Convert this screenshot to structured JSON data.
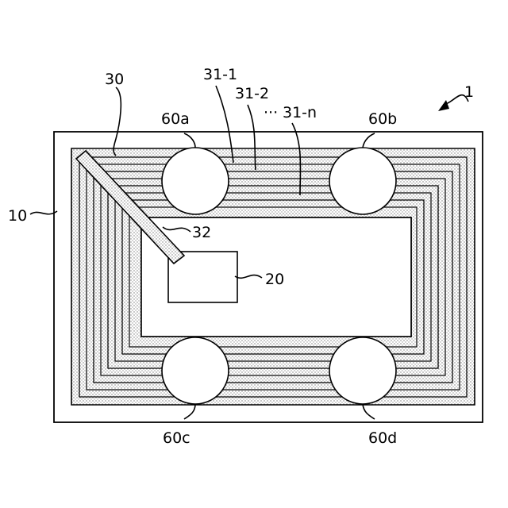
{
  "figure": {
    "labels": {
      "device": "1",
      "substrate": "10",
      "chip": "20",
      "coil_region": "30",
      "winding_1": "31-1",
      "winding_2": "31-2",
      "winding_n": "31-n",
      "ellipsis": "···",
      "bridge": "32",
      "pad_a": "60a",
      "pad_b": "60b",
      "pad_c": "60c",
      "pad_d": "60d"
    }
  }
}
